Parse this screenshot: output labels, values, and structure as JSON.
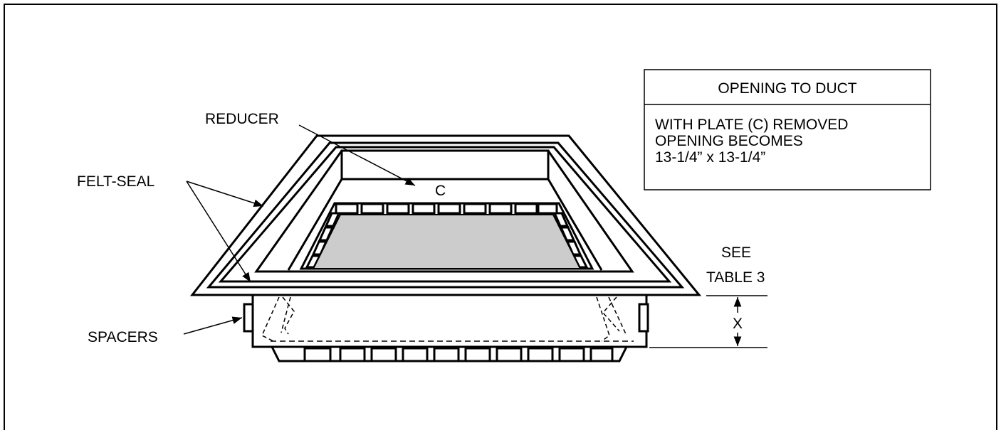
{
  "labels": {
    "reducer": "REDUCER",
    "felt_seal": "FELT-SEAL",
    "spacers": "SPACERS",
    "plate": "C",
    "see": "SEE",
    "table_ref": "TABLE 3",
    "dimension": "X"
  },
  "info_box": {
    "title": "OPENING TO DUCT",
    "lines": [
      "WITH PLATE (C) REMOVED",
      "OPENING BECOMES",
      "13-1/4” x 13-1/4”"
    ]
  },
  "colors": {
    "line": "#000000",
    "background": "#ffffff",
    "opening_fill": "#cccccc"
  }
}
